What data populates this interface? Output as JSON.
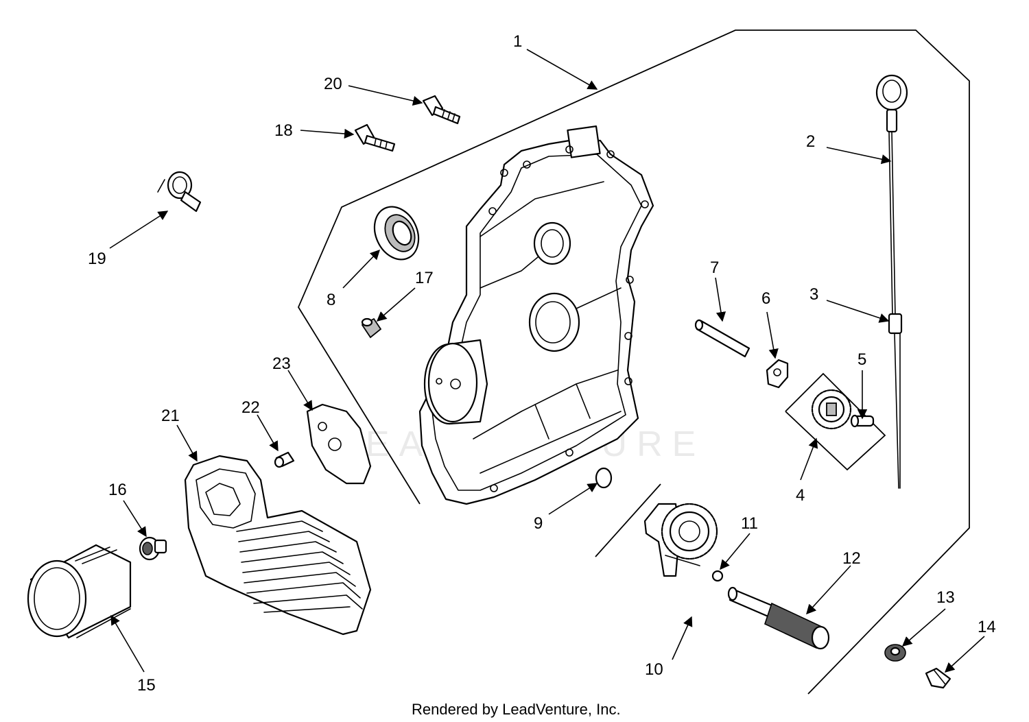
{
  "diagram": {
    "callouts": [
      "1",
      "2",
      "3",
      "4",
      "5",
      "6",
      "7",
      "8",
      "9",
      "10",
      "11",
      "12",
      "13",
      "14",
      "15",
      "16",
      "17",
      "18",
      "19",
      "20",
      "21",
      "22",
      "23"
    ],
    "credit": "Rendered by LeadVenture, Inc.",
    "watermark": "LEADVENTURE"
  }
}
